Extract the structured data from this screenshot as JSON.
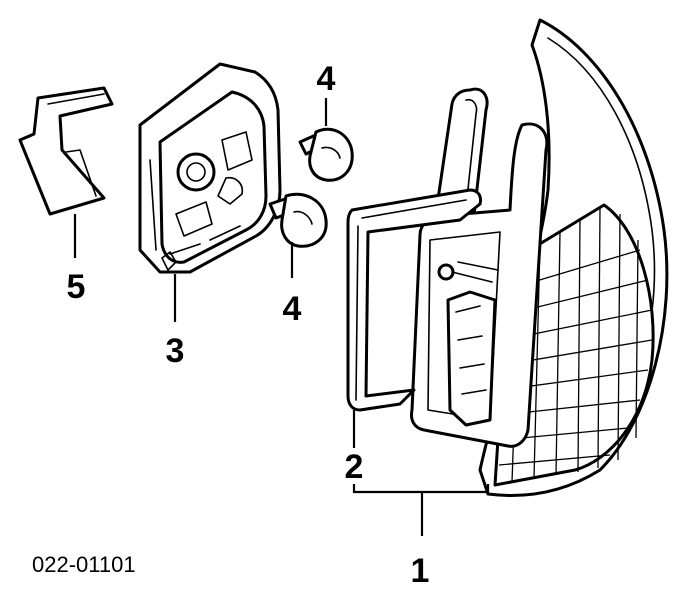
{
  "callouts": {
    "lamp_assembly": "1",
    "gasket": "2",
    "bulb_holder": "3",
    "bulb_upper": "4",
    "bulb_lower": "4",
    "clip": "5"
  },
  "part_number": "022-01101"
}
